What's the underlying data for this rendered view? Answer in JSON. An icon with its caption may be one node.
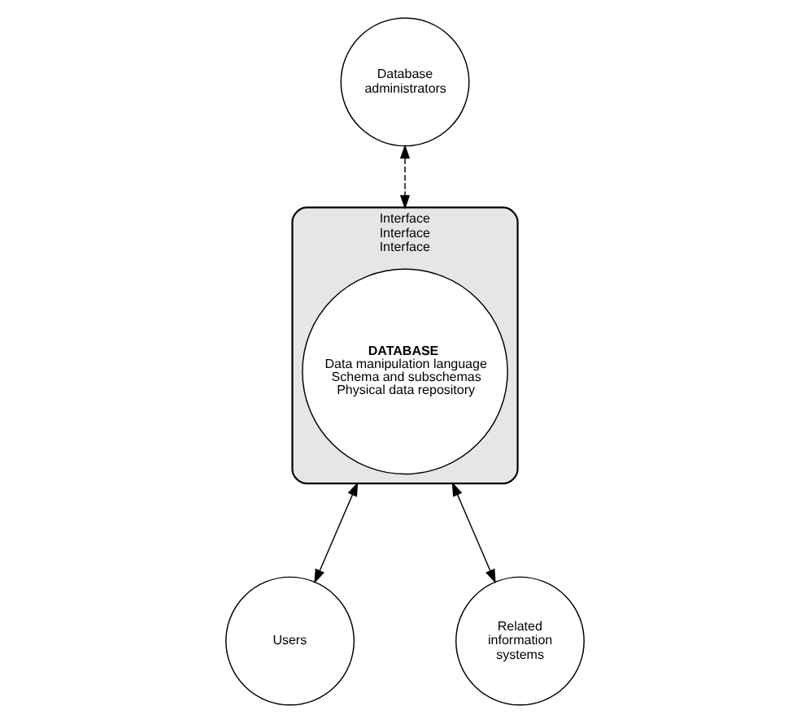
{
  "diagram": {
    "nodes": [
      {
        "text": [
          "Database administrators"
        ]
      },
      {
        "text": [
          "Interface",
          "Interface",
          "Interface"
        ]
      },
      {
        "text": [
          "DATABASE",
          "Data manipulation language",
          "Schema and subschemas",
          "Physical data repository"
        ],
        "in": 1
      },
      {
        "text": [
          "Users"
        ]
      },
      {
        "text": [
          "Related information systems"
        ]
      }
    ],
    "edges": [
      {
        "from": 0,
        "to": 1,
        "arrow": "both",
        "style": "dashed"
      },
      {
        "from": 1,
        "to": 3,
        "arrow": "both"
      },
      {
        "from": 1,
        "to": 4,
        "arrow": "both"
      }
    ]
  }
}
